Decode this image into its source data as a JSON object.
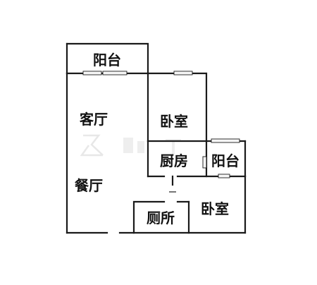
{
  "rooms": {
    "balcony_top": "阳台",
    "living_room": "客厅",
    "dining_room": "餐厅",
    "bedroom_top": "卧室",
    "kitchen": "厨房",
    "balcony_small": "阳台",
    "toilet": "厕所",
    "bedroom_bottom": "卧室"
  },
  "colors": {
    "wall": "#1a1a1a",
    "background": "#ffffff",
    "watermark": "#c9c9c9"
  }
}
